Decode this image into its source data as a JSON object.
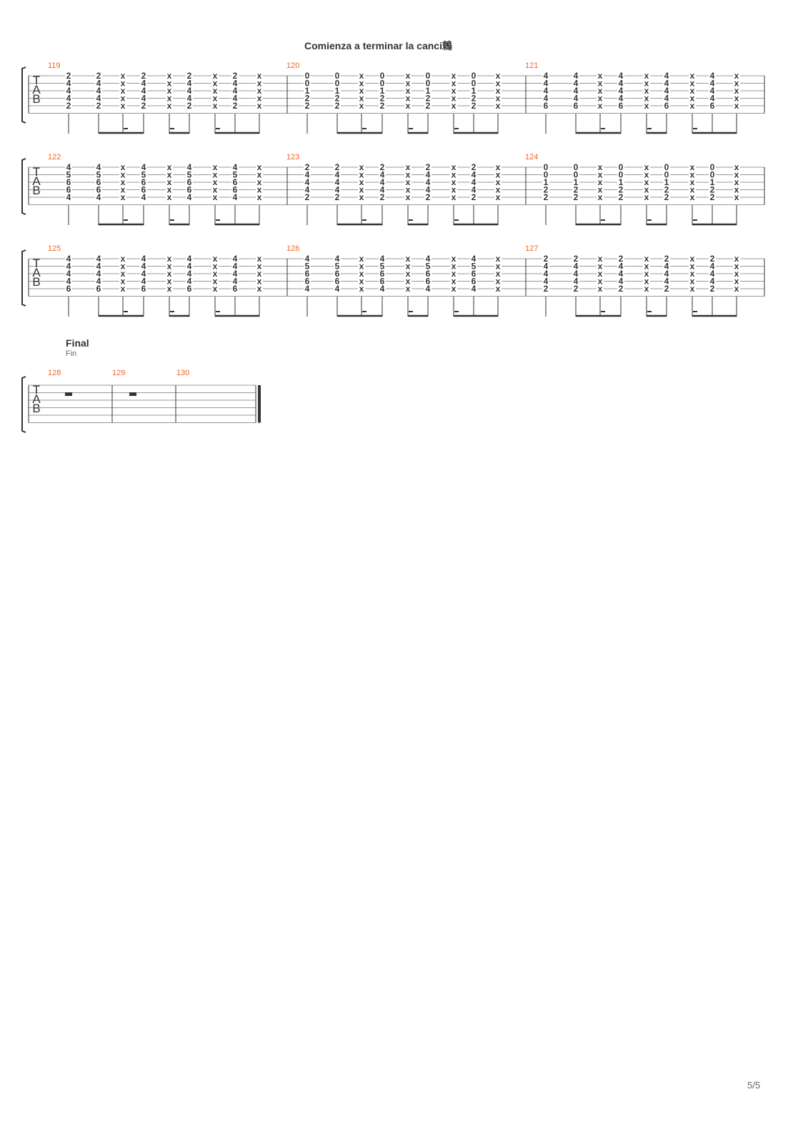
{
  "section_title": "Comienza a terminar la canci鵣",
  "final_title": "Final",
  "final_subtitle": "Fin",
  "page_number": "5/5",
  "tab_clef": [
    "T",
    "A",
    "B"
  ],
  "colors": {
    "measure_number": "#f26522",
    "ink": "#333333",
    "staff_line": "#999999"
  },
  "rows": [
    {
      "measures": [
        {
          "number": "119",
          "chord": [
            "2",
            "4",
            "4",
            "4",
            "2"
          ]
        },
        {
          "number": "120",
          "chord": [
            "0",
            "0",
            "1",
            "2",
            "2"
          ]
        },
        {
          "number": "121",
          "chord": [
            "4",
            "4",
            "4",
            "4",
            "6"
          ]
        }
      ]
    },
    {
      "measures": [
        {
          "number": "122",
          "chord": [
            "4",
            "5",
            "6",
            "6",
            "4"
          ]
        },
        {
          "number": "123",
          "chord": [
            "2",
            "4",
            "4",
            "4",
            "2"
          ]
        },
        {
          "number": "124",
          "chord": [
            "0",
            "0",
            "1",
            "2",
            "2"
          ]
        }
      ]
    },
    {
      "measures": [
        {
          "number": "125",
          "chord": [
            "4",
            "4",
            "4",
            "4",
            "6"
          ]
        },
        {
          "number": "126",
          "chord": [
            "4",
            "5",
            "6",
            "6",
            "4"
          ]
        },
        {
          "number": "127",
          "chord": [
            "2",
            "4",
            "4",
            "4",
            "2"
          ]
        }
      ]
    }
  ],
  "rhythm_pattern": [
    "chord",
    "chord",
    "mute",
    "chord",
    "mute",
    "chord",
    "mute",
    "chord",
    "mute"
  ],
  "mute_symbol": "x",
  "final_row": {
    "measures": [
      {
        "number": "128",
        "content": "rest"
      },
      {
        "number": "129",
        "content": "rest"
      },
      {
        "number": "130",
        "content": "empty"
      }
    ]
  }
}
